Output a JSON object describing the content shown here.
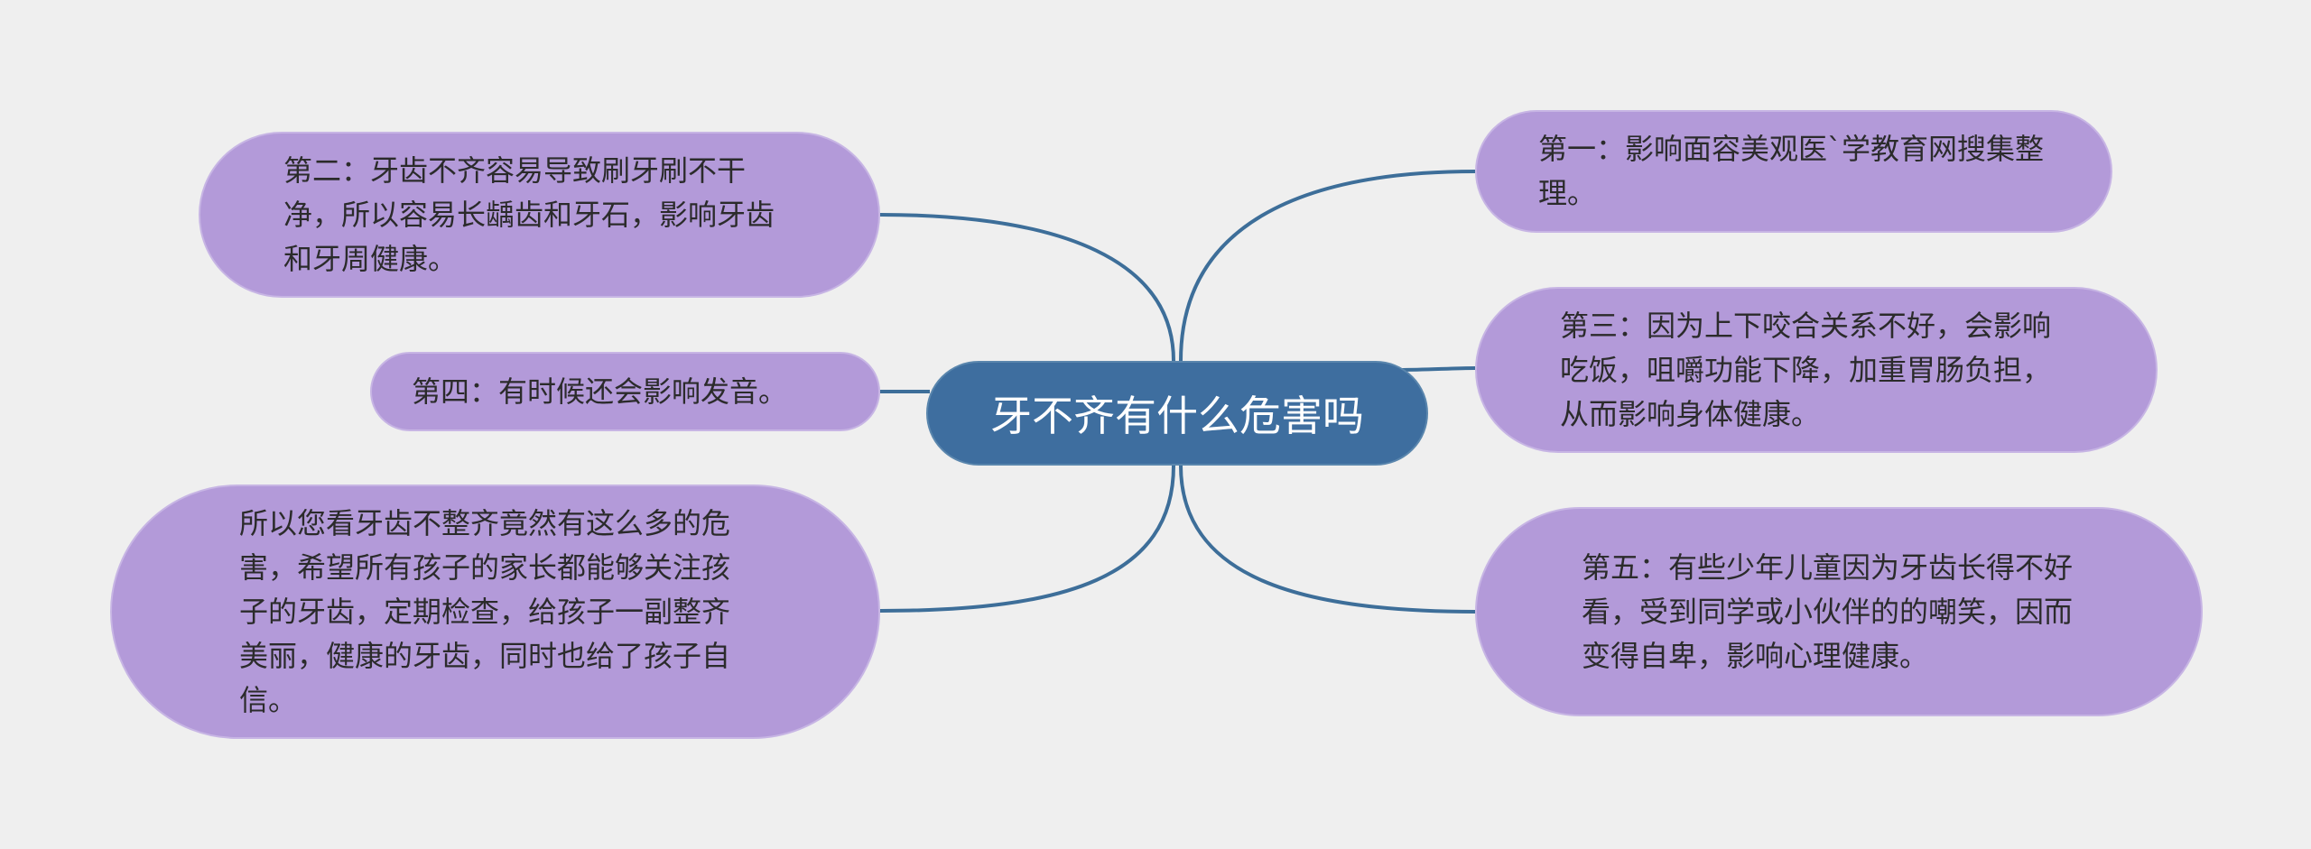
{
  "mindmap": {
    "center": "牙不齐有什么危害吗",
    "nodes": [
      {
        "id": "n1",
        "side": "right",
        "text": "第一：影响面容美观医`学教育网搜集整理。"
      },
      {
        "id": "n2",
        "side": "left",
        "text": "第二：牙齿不齐容易导致刷牙刷不干净，所以容易长龋齿和牙石，影响牙齿和牙周健康。"
      },
      {
        "id": "n3",
        "side": "right",
        "text": "第三：因为上下咬合关系不好，会影响吃饭，咀嚼功能下降，加重胃肠负担，从而影响身体健康。"
      },
      {
        "id": "n4",
        "side": "left",
        "text": "第四：有时候还会影响发音。"
      },
      {
        "id": "n5",
        "side": "right",
        "text": "第五：有些少年儿童因为牙齿长得不好看，受到同学或小伙伴的的嘲笑，因而变得自卑，影响心理健康。"
      },
      {
        "id": "n6",
        "side": "left",
        "text": "所以您看牙齿不整齐竟然有这么多的危害，希望所有孩子的家长都能够关注孩子的牙齿，定期检查，给孩子一副整齐美丽，健康的牙齿，同时也给了孩子自信。"
      }
    ]
  },
  "colors": {
    "background": "#efefef",
    "center_fill": "#3e6e9f",
    "leaf_fill": "#b39ad9",
    "connector": "#3d6e99"
  }
}
